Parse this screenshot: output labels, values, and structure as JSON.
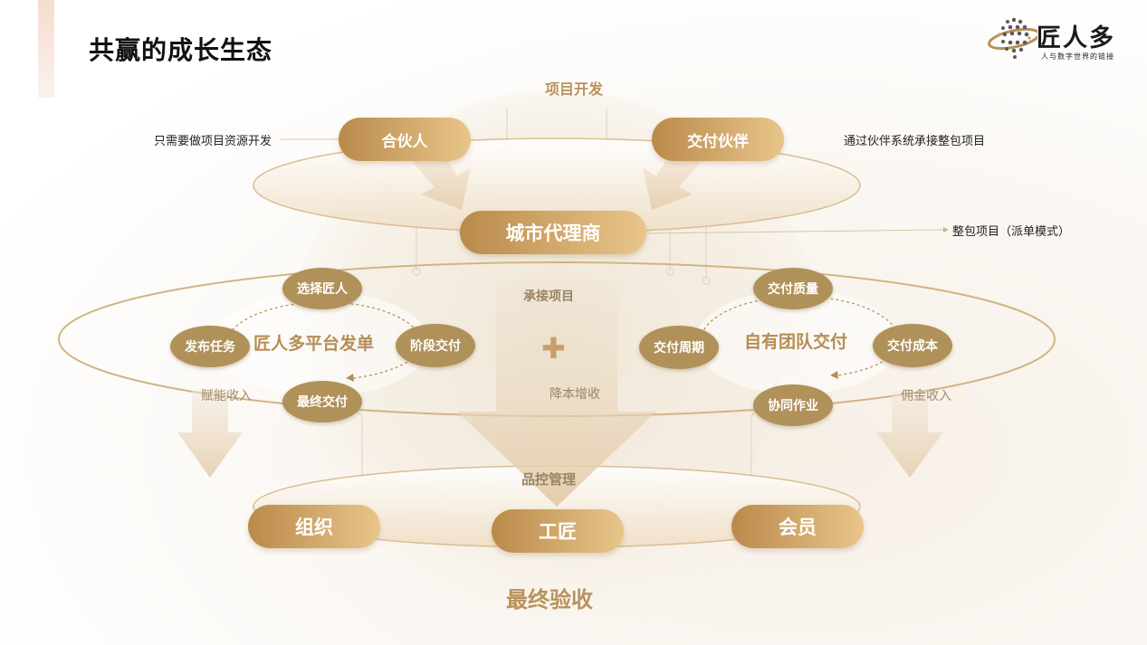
{
  "title": "共赢的成长生态",
  "logo": {
    "name": "匠人多",
    "slogan": "人与数字世界的链接"
  },
  "top_vertical_label": "项目开发",
  "partners": {
    "left": "合伙人",
    "right": "交付伙伴"
  },
  "notes": {
    "left": "只需要做项目资源开发",
    "right": "通过伙伴系统承接整包项目",
    "agent": "整包项目（派单模式）"
  },
  "agent": "城市代理商",
  "center": {
    "accept_projects": "承接项目",
    "plus": "✚",
    "cost_label": "降本增收",
    "qc": "品控管理"
  },
  "left_cycle": {
    "title": "匠人多平台发单",
    "nodes": {
      "top": "选择匠人",
      "left": "发布任务",
      "right": "阶段交付",
      "bottom": "最终交付"
    }
  },
  "right_cycle": {
    "title": "自有团队交付",
    "nodes": {
      "top": "交付质量",
      "left": "交付周期",
      "right": "交付成本",
      "bottom": "协同作业"
    }
  },
  "side_arrows": {
    "left": "赋能收入",
    "right": "佣金收入"
  },
  "bottom": {
    "left": "组织",
    "center": "工匠",
    "right": "会员"
  },
  "final": "最终验收"
}
